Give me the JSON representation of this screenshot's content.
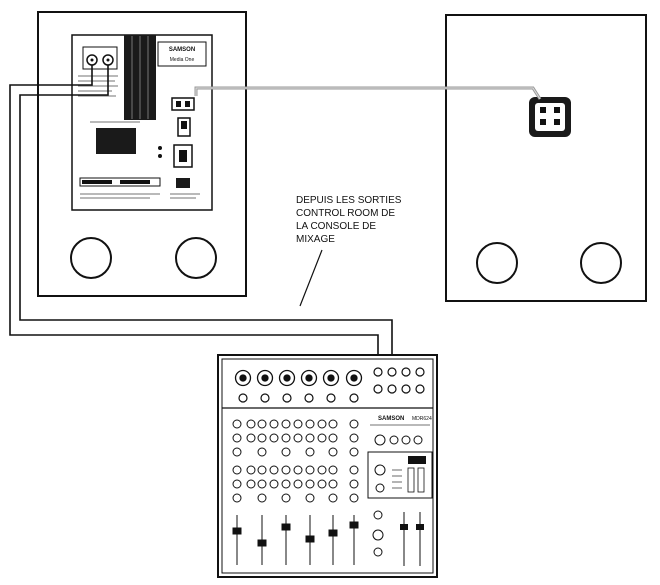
{
  "annotation": {
    "lines": [
      "DEPUIS LES SORTIES",
      "CONTROL ROOM DE",
      "LA CONSOLE DE",
      "MIXAGE"
    ]
  },
  "speaker_left": {
    "brand": "SAMSON",
    "model": "Media One",
    "woofer_count": 2
  },
  "speaker_right": {
    "woofer_count": 2
  },
  "mixer": {
    "brand": "SAMSON",
    "model": "MDR624",
    "channel_strips": 6
  }
}
